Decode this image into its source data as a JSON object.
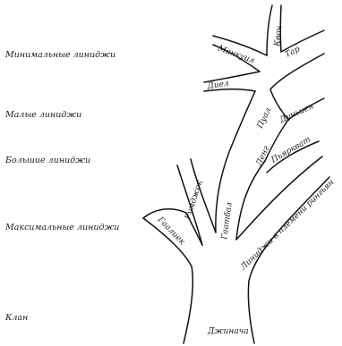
{
  "levels": {
    "minimal": "Минимальные линиджи",
    "small": "Малые линиджи",
    "large": "Большие линиджи",
    "maximal": "Максимальные линиджи",
    "clan": "Клан"
  },
  "branches": {
    "clan": "Джинача",
    "gaatbal": "Гаатбал",
    "gaaliek": "Гаалиек",
    "rumdzhok": "Румджок",
    "leng": "Ленг",
    "pyarkvach": "Пьяркват",
    "tiel": "Диел",
    "pual": "Пуал",
    "dumien": "Дуньиен",
    "mankuil": "Манкуил",
    "kvoch": "Квоч",
    "tar": "Тар",
    "incorporated": "Линиджи в племени рингьян"
  }
}
